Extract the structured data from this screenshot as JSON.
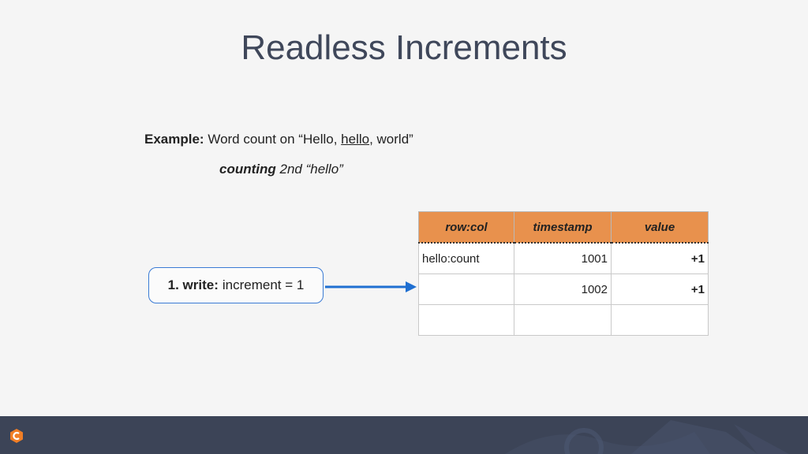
{
  "title": "Readless Increments",
  "example": {
    "label": "Example:",
    "text_before": "Word count on “Hello, ",
    "underlined": "hello",
    "text_after": ", world”"
  },
  "counting": {
    "bold": "counting",
    "rest": " 2nd “hello”"
  },
  "step": {
    "label": "1. write:",
    "text": "increment = 1"
  },
  "table": {
    "headers": [
      "row:col",
      "timestamp",
      "value"
    ],
    "rows": [
      [
        "hello:count",
        "1001",
        "+1"
      ],
      [
        "",
        "1002",
        "+1"
      ],
      [
        "",
        "",
        ""
      ]
    ]
  },
  "colors": {
    "header_orange": "#e8914d",
    "arrow_blue": "#1f6fd1",
    "title_gray": "#3f475a",
    "footer_bg": "#3c4457",
    "logo_orange": "#f07e26"
  },
  "icons": {
    "logo": "company-logo-icon",
    "arrow": "arrow-right-icon"
  }
}
